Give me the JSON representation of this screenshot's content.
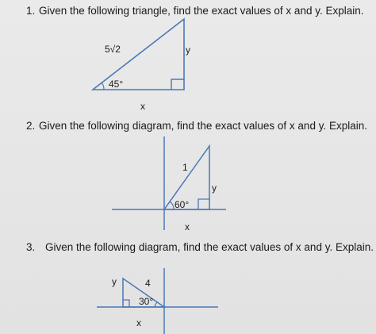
{
  "questions": [
    {
      "number": "1.",
      "text": "Given the following triangle, find the exact values of x and y. Explain.",
      "labels": {
        "hyp": "5√2",
        "side": "y",
        "angle": "45°",
        "base": "x"
      }
    },
    {
      "number": "2.",
      "text": "Given the following diagram, find the exact values of x and y. Explain.",
      "labels": {
        "hyp": "1",
        "side": "y",
        "angle": "60°",
        "base": "x"
      }
    },
    {
      "number": "3.",
      "text": "Given the following diagram, find the exact values of x and y. Explain.",
      "labels": {
        "hyp": "4",
        "side": "y",
        "angle": "30°",
        "base": "x"
      }
    }
  ],
  "colors": {
    "line": "#4a78b8",
    "text": "#1a1a1a"
  }
}
